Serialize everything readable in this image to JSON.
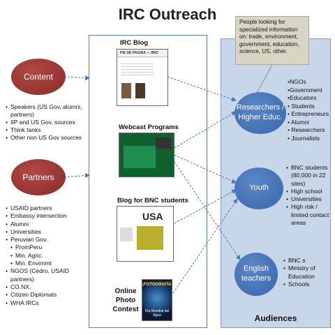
{
  "title": "IRC Outreach",
  "callout": "People looking for specialized information on: trade, environment, government, education, science, US, other.",
  "left": {
    "content_oval": "Content",
    "content_items": [
      "Speakers (US Gov, alumni, partners)",
      "IIP and US Gov. sources",
      "Think tanks",
      "Other non US Gov sources"
    ],
    "partners_oval": "Partners",
    "partners_items": [
      {
        "text": "USAID partners",
        "sub": false
      },
      {
        "text": " Embassy intersection",
        "sub": false
      },
      {
        "text": "Alumni",
        "sub": false
      },
      {
        "text": "Universities",
        "sub": false
      },
      {
        "text": "Peruvian Gov.",
        "sub": false
      },
      {
        "text": "PromPeru",
        "sub": true
      },
      {
        "text": "Min. Agric.",
        "sub": true
      },
      {
        "text": "Min. Envirnmt",
        "sub": true
      },
      {
        "text": "NGOS (Cedro, USAID partners)",
        "sub": false
      },
      {
        "text": "CO.NX.",
        "sub": false
      },
      {
        "text": "Citizen Diplomats",
        "sub": false
      },
      {
        "text": "WHA IRCs",
        "sub": false
      }
    ]
  },
  "middle": {
    "blog_label": "IRC Blog",
    "blog_header": "PIE DE PAGINA — BNC",
    "webcast_label": "Webcast Programs",
    "bnc_blog_label": "Blog for BNC students",
    "bnc_blog_usa": "USA",
    "photo_label": "Online Photo Contest",
    "photo_title": "¡FOTOGRAFÍA!",
    "photo_foot": "Día Mundial del Agua"
  },
  "audiences": {
    "title": "Audiences",
    "researchers_oval": "Researchers / Higher Educ.",
    "researchers_items": [
      "•NGOs",
      "•Government",
      "•Educators",
      "• Students",
      "• Entrepreneurs",
      "• Alumni",
      "• Researchers",
      "• Journalists"
    ],
    "youth_oval": "Youth",
    "youth_items": [
      "BNC students (80,000 in 22 sites)",
      "High school",
      "Universities",
      "High risk / limited contact areas"
    ],
    "english_oval": "English teachers",
    "english_items": [
      "BNC s",
      "Ministry of Education",
      "Schools"
    ]
  },
  "colors": {
    "red_oval": "#8a2a27",
    "blue_oval": "#3a66ad",
    "audience_panel": "#c8d6ea",
    "callout_bg": "#d8d5c4"
  }
}
